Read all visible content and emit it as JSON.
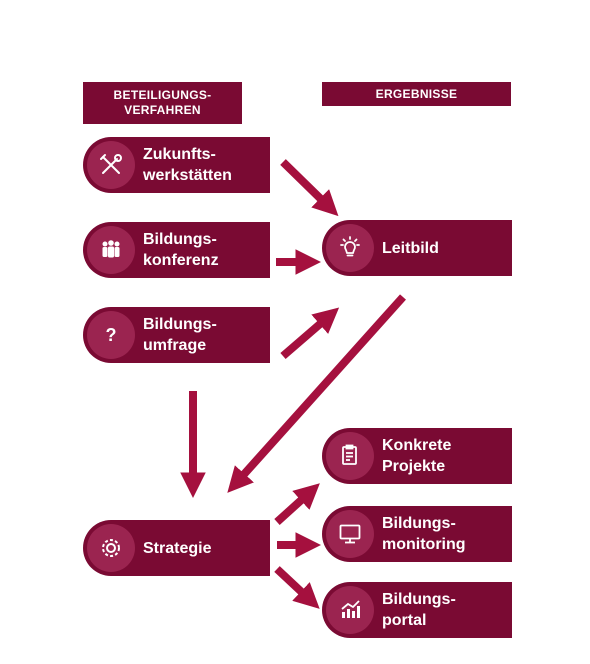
{
  "headers": {
    "left": "BETEILIGUNGS-\nVERFAHREN",
    "right": "ERGEBNISSE"
  },
  "nodes": {
    "zukunft": {
      "label": "Zukunfts-\nwerkstätten",
      "icon": "tools-icon"
    },
    "konferenz": {
      "label": "Bildungs-\nkonferenz",
      "icon": "people-icon"
    },
    "umfrage": {
      "label": "Bildungs-\numfrage",
      "icon": "question-icon"
    },
    "leitbild": {
      "label": "Leitbild",
      "icon": "lightbulb-icon"
    },
    "strategie": {
      "label": "Strategie",
      "icon": "gear-icon"
    },
    "projekte": {
      "label": "Konkrete\nProjekte",
      "icon": "clipboard-icon"
    },
    "monitoring": {
      "label": "Bildungs-\nmonitoring",
      "icon": "monitor-icon"
    },
    "portal": {
      "label": "Bildungs-\nportal",
      "icon": "chart-icon"
    }
  },
  "colors": {
    "primary": "#7a0a33",
    "accent": "#9b2450",
    "arrow": "#a5103e"
  }
}
